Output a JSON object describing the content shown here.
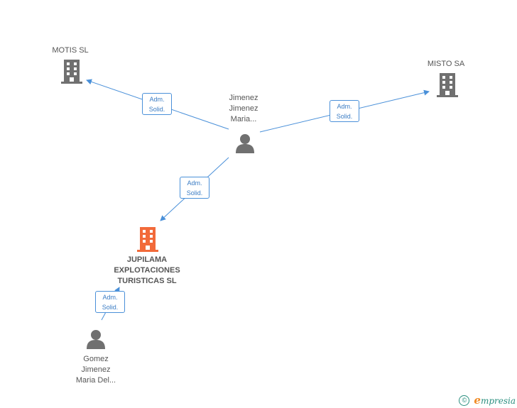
{
  "nodes": {
    "motis": {
      "label": "MOTIS SL"
    },
    "misto": {
      "label": "MISTO SA"
    },
    "jimenez": {
      "line1": "Jimenez",
      "line2": "Jimenez",
      "line3": "Maria..."
    },
    "jupilama": {
      "line1": "JUPILAMA",
      "line2": "EXPLOTACIONES",
      "line3": "TURISTICAS SL"
    },
    "gomez": {
      "line1": "Gomez",
      "line2": "Jimenez",
      "line3": "Maria Del..."
    }
  },
  "edges": {
    "e1": {
      "line1": "Adm.",
      "line2": "Solid."
    },
    "e2": {
      "line1": "Adm.",
      "line2": "Solid."
    },
    "e3": {
      "line1": "Adm.",
      "line2": "Solid."
    },
    "e4": {
      "line1": "Adm.",
      "line2": "Solid."
    }
  },
  "colors": {
    "company": "#707070",
    "company_main": "#f26a3a",
    "person": "#707070",
    "edge": "#4a90d9"
  },
  "footer": {
    "copyright_symbol": "©",
    "brand_e": "e",
    "brand_rest": "mpresia"
  }
}
